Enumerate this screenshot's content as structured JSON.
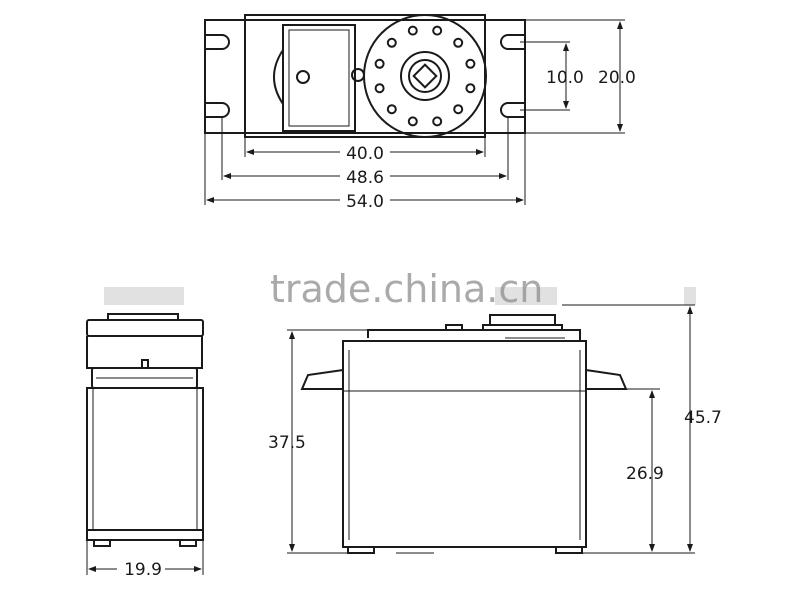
{
  "top_view": {
    "hole_spacing": "10.0",
    "mount_width": "20.0",
    "body_width": "40.0",
    "hole_center_distance": "48.6",
    "overall_length": "54.0"
  },
  "side_view": {
    "width": "19.9"
  },
  "front_view": {
    "body_height": "37.5",
    "mount_height": "26.9",
    "overall_height": "45.7"
  },
  "watermark": "trade.china.cn"
}
